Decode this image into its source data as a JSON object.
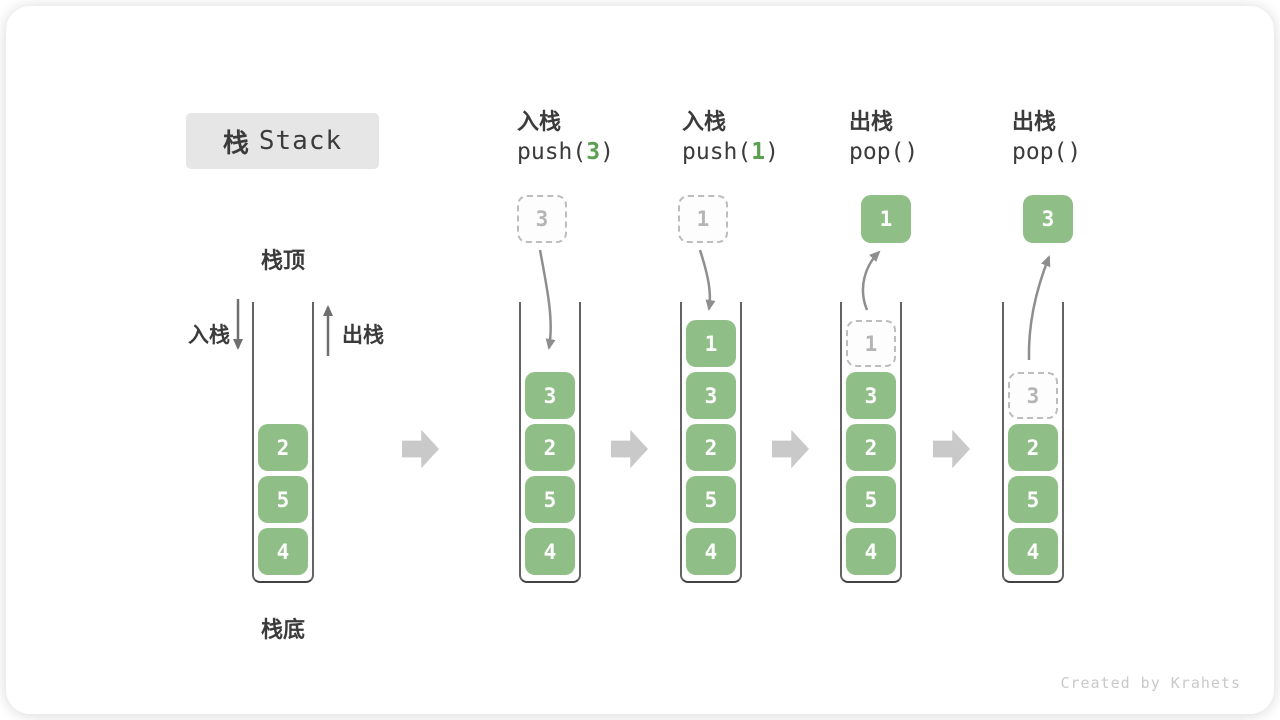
{
  "title": {
    "cn": "栈",
    "en": "Stack"
  },
  "side_labels": {
    "stack_top": "栈顶",
    "stack_bottom": "栈底",
    "push": "入栈",
    "pop": "出栈"
  },
  "operations": [
    {
      "label": "入栈",
      "code": {
        "pre": "push(",
        "arg": "3",
        "post": ")"
      }
    },
    {
      "label": "入栈",
      "code": {
        "pre": "push(",
        "arg": "1",
        "post": ")"
      }
    },
    {
      "label": "出栈",
      "code": {
        "pre": "pop()",
        "arg": "",
        "post": ""
      }
    },
    {
      "label": "出栈",
      "code": {
        "pre": "pop()",
        "arg": "",
        "post": ""
      }
    }
  ],
  "floating_values": [
    "3",
    "1",
    "1",
    "3"
  ],
  "stacks": [
    {
      "items": [
        "2",
        "5",
        "4"
      ]
    },
    {
      "items": [
        "3",
        "2",
        "5",
        "4"
      ]
    },
    {
      "items": [
        "1",
        "3",
        "2",
        "5",
        "4"
      ]
    },
    {
      "items": [
        "1",
        "3",
        "2",
        "5",
        "4"
      ],
      "ghost_index": 0
    },
    {
      "items": [
        "3",
        "2",
        "5",
        "4"
      ],
      "ghost_index": 0
    }
  ],
  "watermark": "Created by Krahets",
  "colors": {
    "box_green": "#8fbf86",
    "code_arg_green": "#5aa050",
    "step_arrow_gray": "#c9c9c9",
    "ghost_gray": "#bdbdbd",
    "title_bg_gray": "#e6e6e6",
    "text_dark": "#3b3b3b"
  }
}
